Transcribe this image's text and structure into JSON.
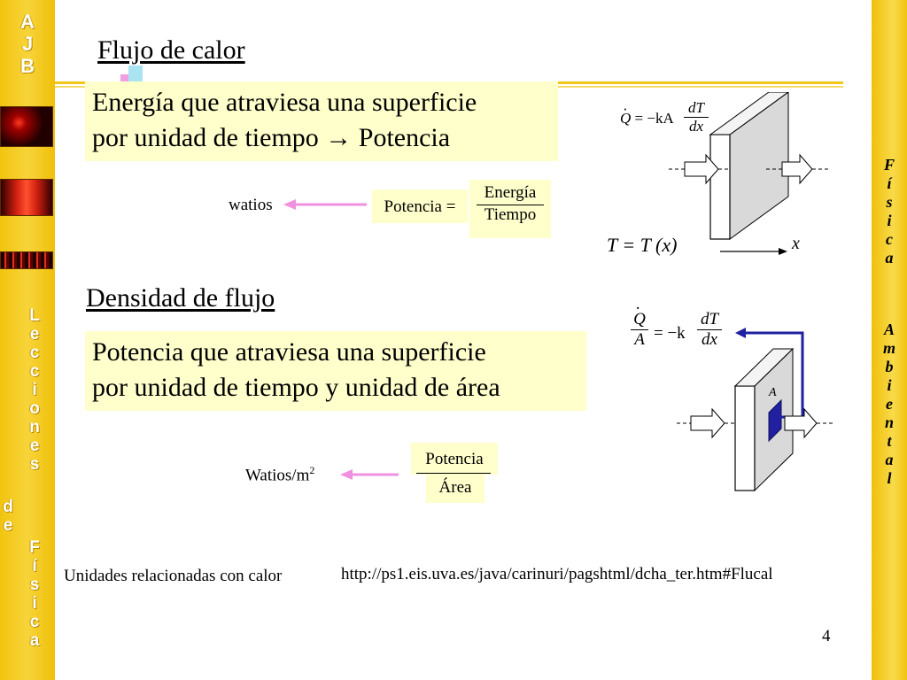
{
  "sidebar_left": {
    "ajb": [
      "A",
      "J",
      "B"
    ],
    "lecciones": [
      "L",
      "e",
      "c",
      "c",
      "i",
      "o",
      "n",
      "e",
      "s"
    ],
    "de": [
      "d",
      "e"
    ],
    "fisica": [
      "F",
      "í",
      "s",
      "i",
      "c",
      "a"
    ]
  },
  "sidebar_right": {
    "fisica": [
      "F",
      "í",
      "s",
      "i",
      "c",
      "a"
    ],
    "ambiental": [
      "A",
      "m",
      "b",
      "i",
      "e",
      "n",
      "t",
      "a",
      "l"
    ]
  },
  "section1": {
    "title": "Flujo de calor",
    "definition_line1": "Energía que atraviesa una superficie",
    "definition_line2": "por unidad de tiempo",
    "definition_arrow": "→",
    "definition_tail": "Potencia",
    "units": "watios",
    "formula_lhs": "Potencia =",
    "formula_num": "Energía",
    "formula_den": "Tiempo",
    "eq_fourier": {
      "lhs": "Q",
      "mid": "= −kA",
      "num": "dT",
      "den": "dx"
    },
    "eq_temp": "T = T (x)",
    "axis_label": "x"
  },
  "section2": {
    "title": "Densidad de flujo",
    "definition_line1": "Potencia que atraviesa una superficie",
    "definition_line2": "por unidad de tiempo y unidad de área",
    "units": "Watios/m",
    "units_sup": "2",
    "formula_num": "Potencia",
    "formula_den": "Área",
    "eq_flux": {
      "num_l": "Q",
      "den_l": "A",
      "mid": "= −k",
      "num": "dT",
      "den": "dx"
    },
    "area_label": "A"
  },
  "footer": {
    "related": "Unidades relacionadas con calor",
    "url": "http://ps1.eis.uva.es/java/carinuri/pagshtml/dcha_ter.htm#Flucal",
    "page": "4"
  },
  "colors": {
    "accent_gold": "#f2c40f",
    "highlight_box": "#ffffcc",
    "pink_arrow": "#f090e0",
    "flux_blue": "#2020a0"
  }
}
